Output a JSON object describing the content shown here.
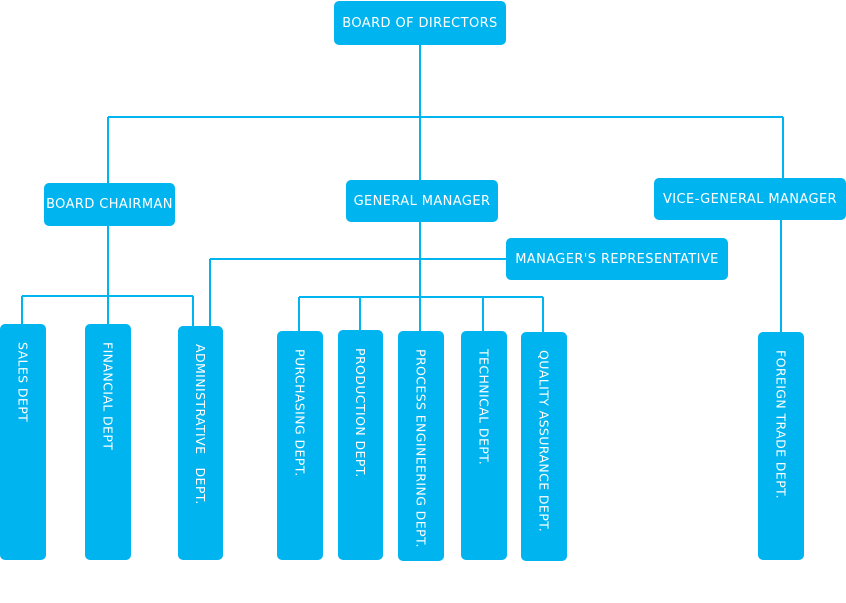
{
  "colors": {
    "box": "#00b4f0",
    "line": "#00b4f0",
    "text": "#ffffff"
  },
  "nodes": {
    "board_of_directors": "BOARD OF DIRECTORS",
    "board_chairman": "BOARD CHAIRMAN",
    "general_manager": "GENERAL MANAGER",
    "vice_general_manager": "VICE-GENERAL MANAGER",
    "managers_representative": "MANAGER'S REPRESENTATIVE"
  },
  "departments": {
    "sales": "SALES DEPT",
    "financial": "FINANCIAL DEPT",
    "administrative": "ADMINISTRATIVE   DEPT.",
    "purchasing": "PURCHASING DEPT.",
    "production": "PRODUCTION DEPT.",
    "process_engineering": "PROCESS ENGINEERING DEPT.",
    "technical": "TECHNICAL DEPT.",
    "quality_assurance": "QUALITY ASSURANCE DEPT.",
    "foreign_trade": "FOREIGN TRADE DEPT."
  }
}
